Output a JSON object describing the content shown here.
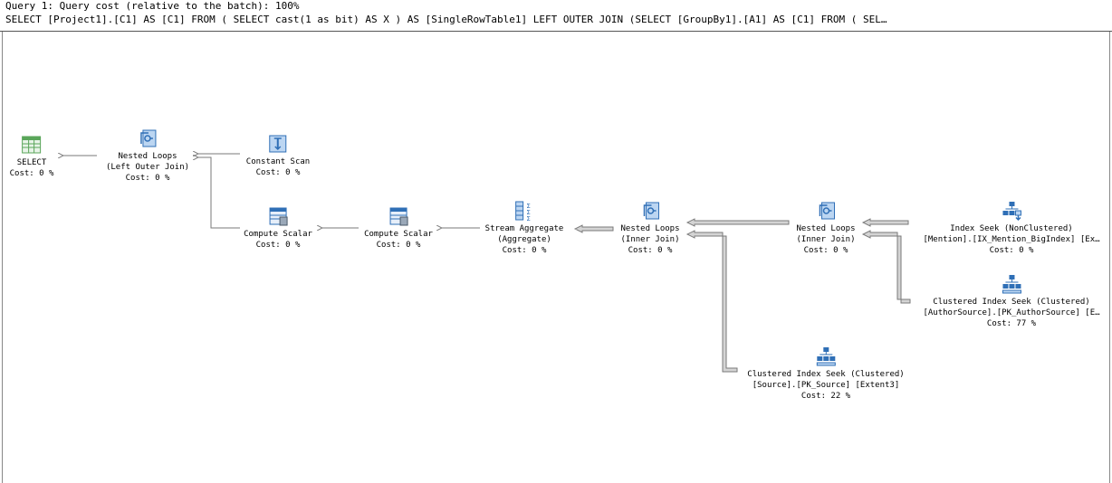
{
  "header": {
    "query_line": "Query 1: Query cost (relative to the batch): 100%",
    "sql_line": "SELECT [Project1].[C1] AS [C1] FROM ( SELECT cast(1 as bit) AS X ) AS [SingleRowTable1] LEFT OUTER JOIN (SELECT [GroupBy1].[A1] AS [C1] FROM ( SEL…"
  },
  "nodes": {
    "select": {
      "icon": "result-grid-icon",
      "line1": "SELECT",
      "line2": "Cost: 0 %"
    },
    "nested_loops_outer": {
      "icon": "nested-loops-icon",
      "line1": "Nested Loops",
      "line2": "(Left Outer Join)",
      "line3": "Cost: 0 %"
    },
    "constant_scan": {
      "icon": "constant-scan-icon",
      "line1": "Constant Scan",
      "line2": "Cost: 0 %"
    },
    "compute_scalar_1": {
      "icon": "compute-scalar-icon",
      "line1": "Compute Scalar",
      "line2": "Cost: 0 %"
    },
    "compute_scalar_2": {
      "icon": "compute-scalar-icon",
      "line1": "Compute Scalar",
      "line2": "Cost: 0 %"
    },
    "stream_aggregate": {
      "icon": "stream-aggregate-icon",
      "line1": "Stream Aggregate",
      "line2": "(Aggregate)",
      "line3": "Cost: 0 %"
    },
    "nested_loops_inner_1": {
      "icon": "nested-loops-icon",
      "line1": "Nested Loops",
      "line2": "(Inner Join)",
      "line3": "Cost: 0 %"
    },
    "nested_loops_inner_2": {
      "icon": "nested-loops-icon",
      "line1": "Nested Loops",
      "line2": "(Inner Join)",
      "line3": "Cost: 0 %"
    },
    "index_seek_mention": {
      "icon": "index-seek-icon",
      "line1": "Index Seek (NonClustered)",
      "line2": "[Mention].[IX_Mention_BigIndex] [Ex…",
      "line3": "Cost: 0 %"
    },
    "clustered_seek_authorsource": {
      "icon": "clustered-index-seek-icon",
      "line1": "Clustered Index Seek (Clustered)",
      "line2": "[AuthorSource].[PK_AuthorSource] [E…",
      "line3": "Cost: 77 %"
    },
    "clustered_seek_source": {
      "icon": "clustered-index-seek-icon",
      "line1": "Clustered Index Seek (Clustered)",
      "line2": "[Source].[PK_Source] [Extent3]",
      "line3": "Cost: 22 %"
    }
  },
  "colors": {
    "arrow_thin": "#7a7a7a",
    "arrow_thick_fill": "#d4d4d4",
    "arrow_thick_border": "#7a7a7a",
    "icon_blue": "#2f6fb6",
    "icon_light_blue": "#bcd6f2",
    "grid_green": "#5aa65a"
  }
}
